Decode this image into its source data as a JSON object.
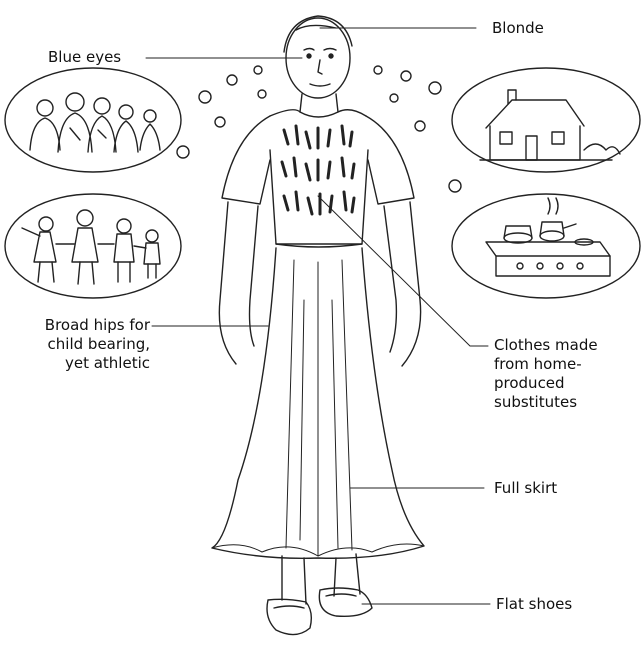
{
  "labels": {
    "blonde": "Blonde",
    "blue_eyes": "Blue eyes",
    "broad_hips": [
      "Broad hips for",
      "child bearing,",
      "yet athletic"
    ],
    "clothes": [
      "Clothes made",
      "from home-",
      "produced",
      "substitutes"
    ],
    "full_skirt": "Full skirt",
    "flat_shoes": "Flat shoes"
  },
  "icons": {
    "adults_group": "group-of-adults-icon",
    "children_group": "group-of-children-icon",
    "house": "house-icon",
    "kitchen": "kitchen-stove-icon",
    "woman": "woman-figure-icon"
  },
  "colors": {
    "line": "#222222",
    "background": "#ffffff"
  }
}
